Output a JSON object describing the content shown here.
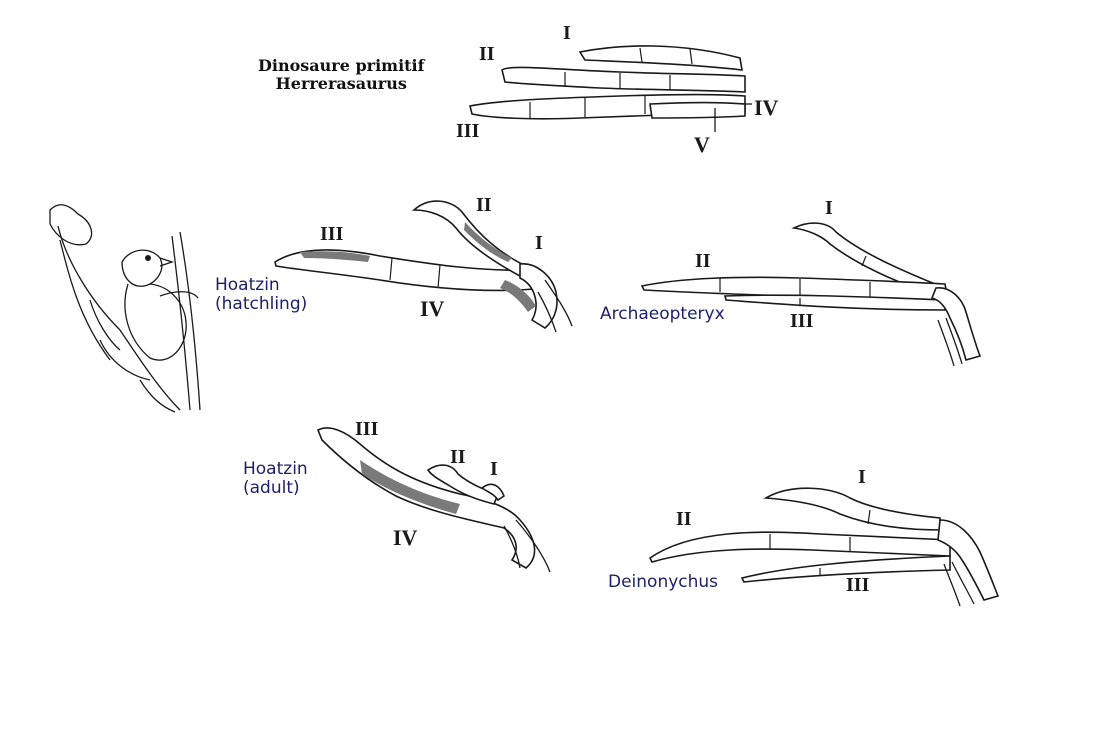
{
  "herrerasaurus": {
    "line1": "Dinosaure primitif",
    "line2": "Herrerasaurus",
    "digits": {
      "i": "I",
      "ii": "II",
      "iii": "III",
      "iv": "IV",
      "v": "V"
    }
  },
  "hoatzin_hatchling": {
    "line1": "Hoatzin",
    "line2": "(hatchling)",
    "digits": {
      "i": "I",
      "ii": "II",
      "iii": "III",
      "iv": "IV"
    }
  },
  "archaeopteryx": {
    "name": "Archaeopteryx",
    "digits": {
      "i": "I",
      "ii": "II",
      "iii": "III"
    }
  },
  "hoatzin_adult": {
    "line1": "Hoatzin",
    "line2": "(adult)",
    "digits": {
      "i": "I",
      "ii": "II",
      "iii": "III",
      "iv": "IV"
    }
  },
  "deinonychus": {
    "name": "Deinonychus",
    "digits": {
      "i": "I",
      "ii": "II",
      "iii": "III"
    }
  },
  "colors": {
    "taxon_label": "#1c1f6b",
    "bone_outline": "#1a1a1a",
    "bone_shading": "#7a7a7a"
  }
}
